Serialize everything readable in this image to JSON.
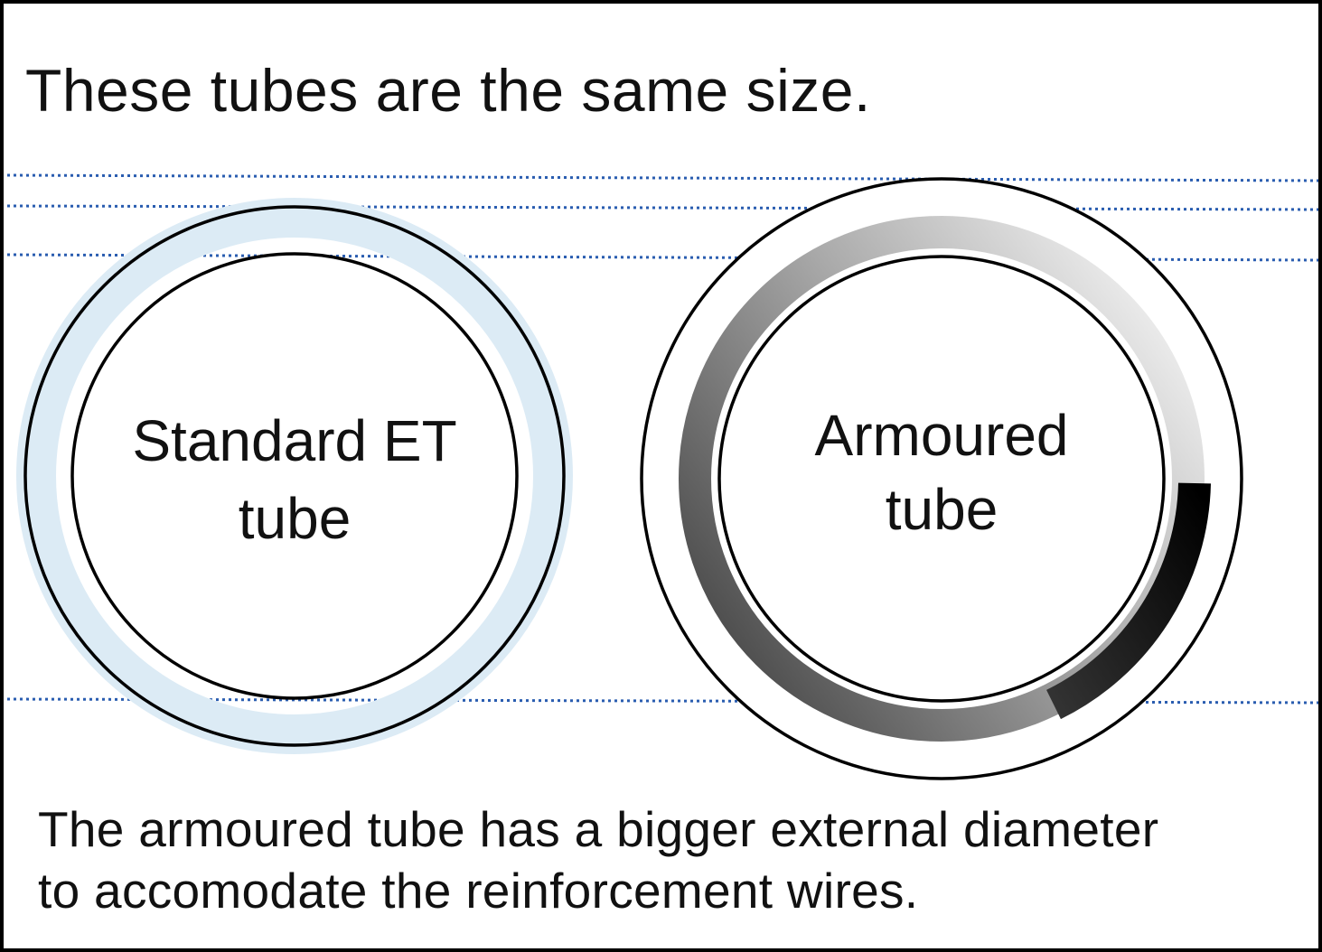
{
  "title": "These tubes are the same size.",
  "caption": {
    "line1": "The armoured tube has a bigger external diameter",
    "line2": "to accomodate the reinforcement wires."
  },
  "tubes": [
    {
      "label_line1": "Standard ET",
      "label_line2": "tube",
      "wall_color": "#dcebf5"
    },
    {
      "label_line1": "Armoured",
      "label_line2": "tube",
      "wall_color_light": "#f4f4f4",
      "wall_color_dark": "#000000"
    }
  ],
  "colors": {
    "guide_line": "#2a5db0",
    "outline": "#000000",
    "border": "#000000"
  }
}
